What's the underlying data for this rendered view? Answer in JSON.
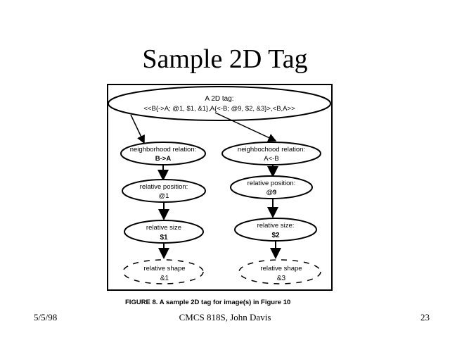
{
  "slide": {
    "title": "Sample 2D Tag",
    "footer_date": "5/5/98",
    "footer_center": "CMCS 818S, John Davis",
    "page_number": "23"
  },
  "figure": {
    "root": {
      "line1": "A 2D tag:",
      "line2": "<<B{->A; @1, $1, &1},A{<-B; @9, $2, &3}>,<B,A>>"
    },
    "left": [
      {
        "line1": "neighborhood relation:",
        "line2": "B->A"
      },
      {
        "line1": "relative position:",
        "line2": "@1"
      },
      {
        "line1": "relative size",
        "line2": "$1"
      },
      {
        "line1": "relative shape",
        "line2": "&1"
      }
    ],
    "right": [
      {
        "line1": "neighbochood relation:",
        "line2": "A<-B"
      },
      {
        "line1": "relative position:",
        "line2": "@9"
      },
      {
        "line1": "relative size:",
        "line2": "$2"
      },
      {
        "line1": "relative shape",
        "line2": "&3"
      }
    ],
    "caption": "FIGURE 8. A sample 2D tag for image(s) in Figure 10"
  }
}
